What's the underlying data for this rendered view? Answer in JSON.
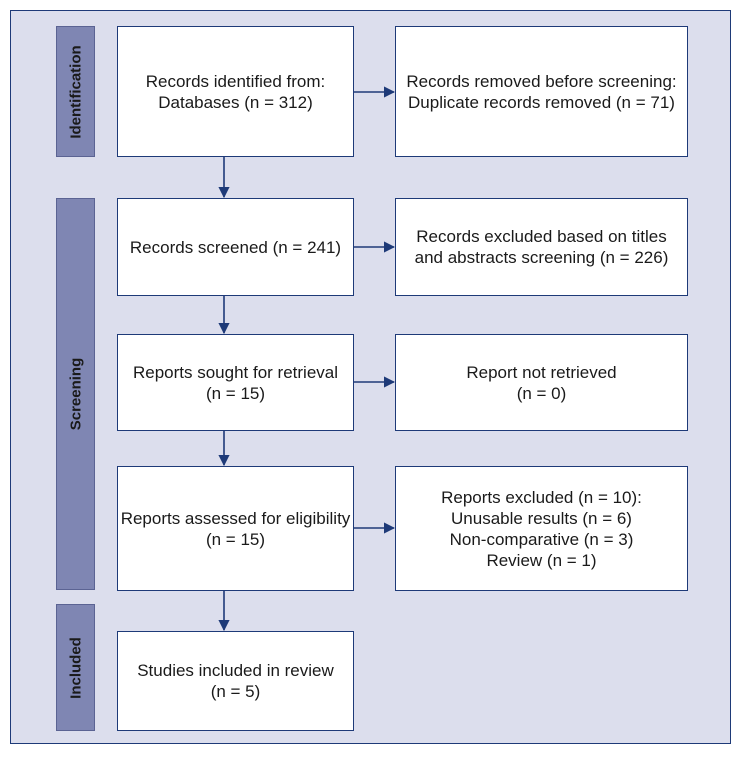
{
  "phases": {
    "identification": "Identification",
    "screening": "Screening",
    "included": "Included"
  },
  "boxes": {
    "records_identified": [
      "Records identified from:",
      "Databases (n = 312)"
    ],
    "records_removed": [
      "Records removed before screening:",
      "Duplicate records removed (n = 71)"
    ],
    "records_screened": [
      "Records screened (n = 241)"
    ],
    "records_excluded": [
      "Records excluded based on titles",
      "and abstracts screening (n = 226)"
    ],
    "reports_sought": [
      "Reports sought for retrieval",
      "(n = 15)"
    ],
    "reports_not_retrieved": [
      "Report not retrieved",
      "(n = 0)"
    ],
    "reports_assessed": [
      "Reports assessed for eligibility",
      "(n = 15)"
    ],
    "reports_excluded": [
      "Reports excluded (n = 10):",
      "Unusable results (n = 6)",
      "Non-comparative (n = 3)",
      "Review (n = 1)"
    ],
    "studies_included": [
      "Studies included in review",
      "(n = 5)"
    ]
  },
  "colors": {
    "background": "#dcdeed",
    "border": "#1e3a78",
    "phase_bar": "#7f86b3",
    "arrow": "#1e3a78"
  }
}
